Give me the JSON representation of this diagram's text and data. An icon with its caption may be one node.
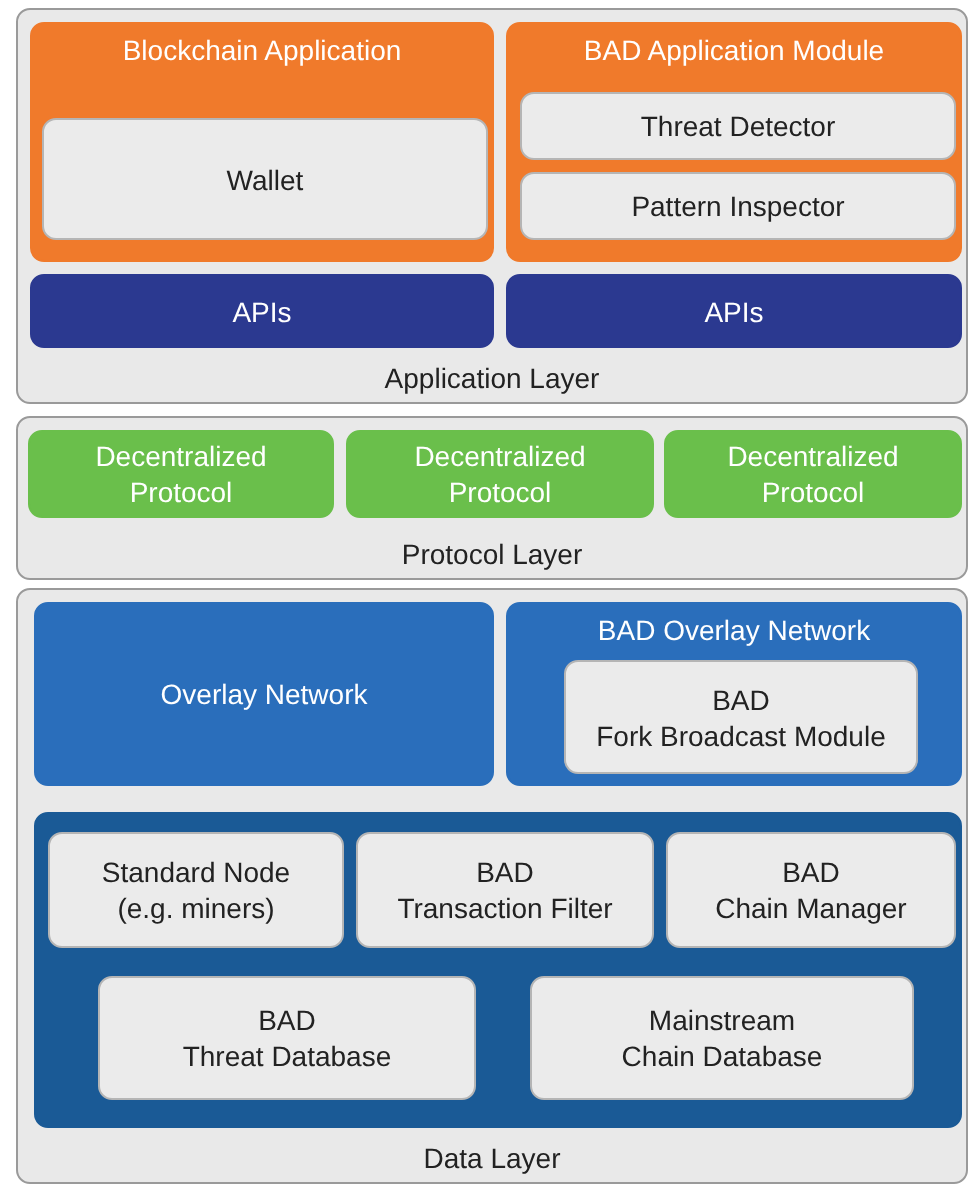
{
  "diagram": {
    "nodes": [
      {
        "text": [
          "Application Layer"
        ]
      },
      {
        "text": [
          "Blockchain Application"
        ],
        "in": 0
      },
      {
        "text": [
          "Wallet"
        ],
        "in": 1
      },
      {
        "text": [
          "BAD Application Module"
        ],
        "in": 0
      },
      {
        "text": [
          "Threat Detector"
        ],
        "in": 3
      },
      {
        "text": [
          "Pattern Inspector"
        ],
        "in": 3
      },
      {
        "text": [
          "APIs"
        ],
        "in": 0
      },
      {
        "text": [
          "APIs"
        ],
        "in": 0
      },
      {
        "text": [
          "Protocol Layer"
        ]
      },
      {
        "text": [
          "Decentralized Protocol"
        ],
        "in": 8
      },
      {
        "text": [
          "Decentralized Protocol"
        ],
        "in": 8
      },
      {
        "text": [
          "Decentralized Protocol"
        ],
        "in": 8
      },
      {
        "text": [
          "Data Layer"
        ]
      },
      {
        "text": [
          "Overlay Network"
        ],
        "in": 12
      },
      {
        "text": [
          "BAD Overlay Network"
        ],
        "in": 12
      },
      {
        "text": [
          "BAD",
          "Fork Broadcast Module"
        ],
        "in": 14
      },
      {
        "text": [],
        "shape": "box",
        "in": 12
      },
      {
        "text": [
          "Standard Node (e.g. miners)"
        ],
        "in": 16
      },
      {
        "text": [
          "BAD",
          "Transaction Filter"
        ],
        "in": 16
      },
      {
        "text": [
          "BAD",
          "Chain Manager"
        ],
        "in": 16
      },
      {
        "text": [
          "BAD",
          "Threat Database"
        ],
        "in": 16
      },
      {
        "text": [
          "Mainstream Chain Database"
        ],
        "in": 16
      }
    ]
  }
}
